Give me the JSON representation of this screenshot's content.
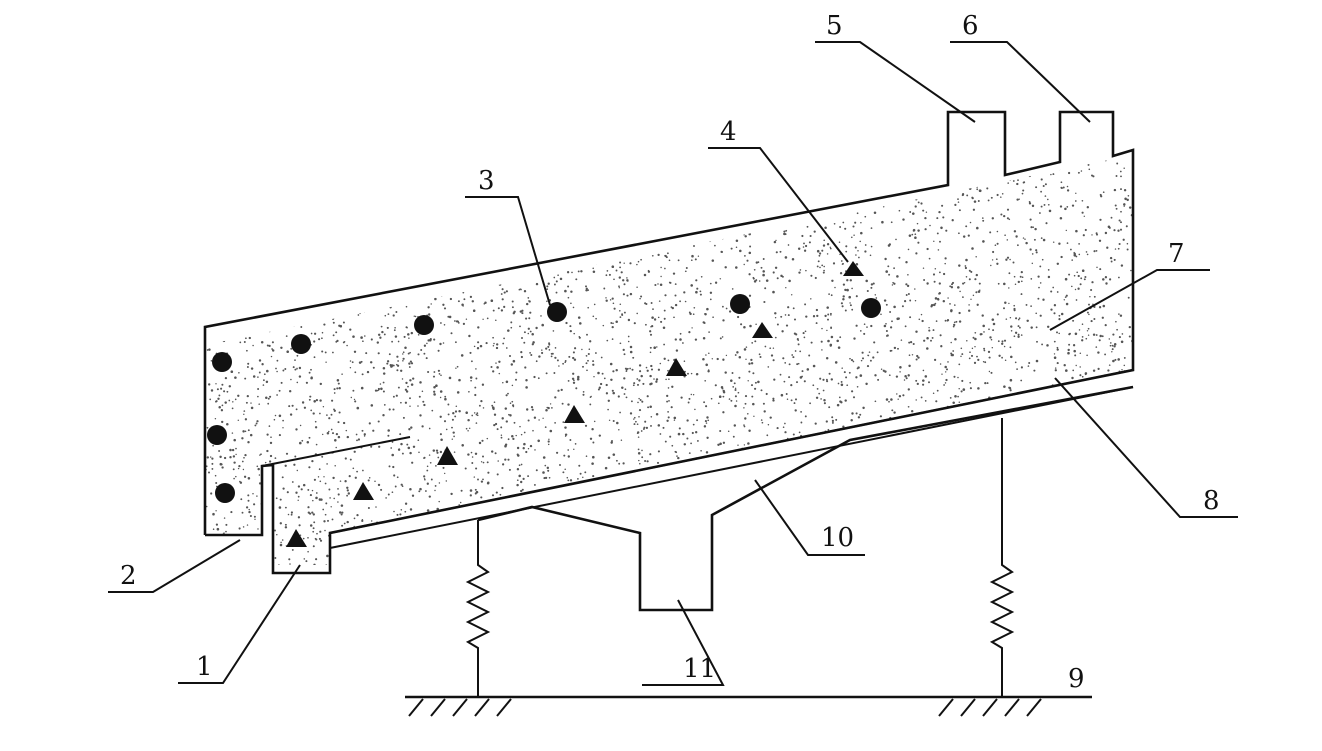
{
  "figure": {
    "labels": [
      {
        "id": "1",
        "text": "1"
      },
      {
        "id": "2",
        "text": "2"
      },
      {
        "id": "3",
        "text": "3"
      },
      {
        "id": "4",
        "text": "4"
      },
      {
        "id": "5",
        "text": "5"
      },
      {
        "id": "6",
        "text": "6"
      },
      {
        "id": "7",
        "text": "7"
      },
      {
        "id": "8",
        "text": "8"
      },
      {
        "id": "9",
        "text": "9"
      },
      {
        "id": "10",
        "text": "10"
      },
      {
        "id": "11",
        "text": "11"
      }
    ],
    "colors": {
      "line": "#111111",
      "background": "#ffffff",
      "particles": "#111111",
      "dots": "#555555"
    }
  }
}
